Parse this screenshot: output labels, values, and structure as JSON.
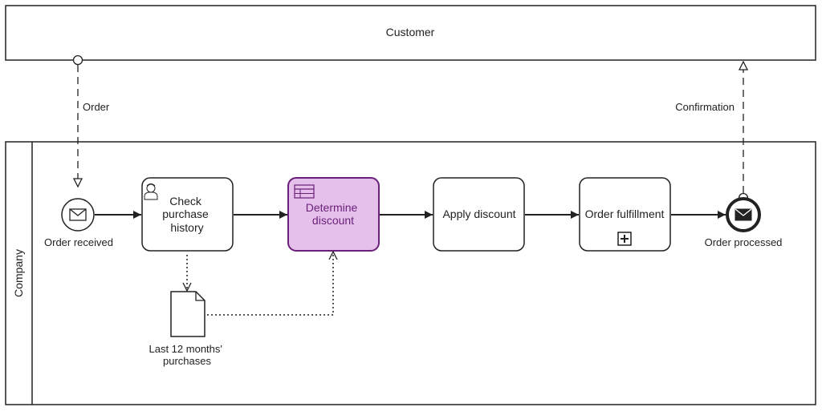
{
  "pools": {
    "customer": {
      "label": "Customer"
    },
    "company": {
      "label": "Company"
    }
  },
  "events": {
    "start": {
      "label": "Order received"
    },
    "end": {
      "label": "Order processed"
    }
  },
  "tasks": {
    "check_history": {
      "lines": [
        "Check",
        "purchase",
        "history"
      ]
    },
    "determine_discount": {
      "lines": [
        "Determine",
        "discount"
      ]
    },
    "apply_discount": {
      "lines": [
        "Apply discount"
      ]
    },
    "order_fulfillment": {
      "lines": [
        "Order fulfillment"
      ]
    }
  },
  "data_object": {
    "lines": [
      "Last 12 months'",
      "purchases"
    ]
  },
  "message_flows": {
    "order": {
      "label": "Order"
    },
    "confirmation": {
      "label": "Confirmation"
    }
  },
  "colors": {
    "stroke": "#222222",
    "highlight_fill": "#e4c0ea",
    "highlight_stroke": "#6a1f7a",
    "highlight_text": "#6a1f7a"
  }
}
